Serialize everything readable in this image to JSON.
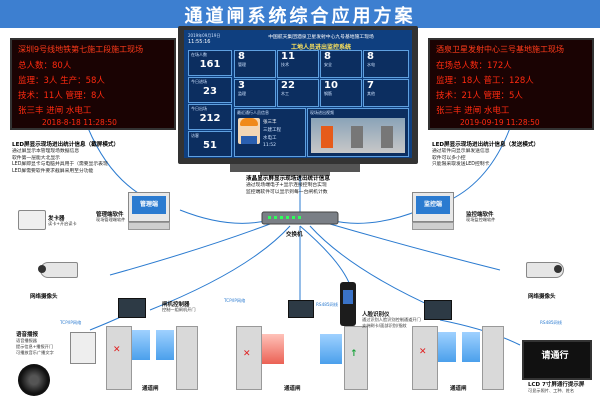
{
  "title": "通道闸系统综合应用方案",
  "led_left": {
    "lines": [
      "深圳9号线地铁第七施工段施工现场",
      "总人数：80人",
      "监理：3人      生产：58人",
      "技术：11人      管理：8人",
      "张三丰   进闸   水电工"
    ],
    "time": "2018-8-18 11:28:50",
    "caption_title": "LED屏显示现场进出统计信息（截屏模式）",
    "caption_lines": [
      "通过屏显示本管理现场数据信息",
      "软件第一层能大北显示",
      "LED屏即显卡与电脑并具用于（需要显示表现",
      "LED屏需要软件要求截屏采用至分功能"
    ]
  },
  "led_right": {
    "lines": [
      "酒泉卫星发射中心三号基地施工现场",
      "在场总人数：172人",
      "监理：18人      普工：128人",
      "技术：21人      管理：5人",
      "张三丰   进闸   水电工"
    ],
    "time": "2019-09-19 11:28:50",
    "caption_title": "LED屏显示现场进出统计信息（发送模式）",
    "caption_lines": [
      "通过软件向显示屏发送信息",
      "软件可以多小控",
      "只能限采取发送LED控制卡"
    ]
  },
  "monitor": {
    "date": "2019年09月19日",
    "clock": "11:55:16",
    "company": "中国航天集团酒泉卫星发射中心九号基地施工现场",
    "system": "工地人员进出监控系统",
    "stats": [
      {
        "label": "在场人数",
        "value": "161"
      },
      {
        "label": "今日进场",
        "value": "23"
      },
      {
        "label": "今日出场",
        "value": "212"
      },
      {
        "label": "访客",
        "value": "51"
      }
    ],
    "grid": [
      {
        "num": "8",
        "label": "管理"
      },
      {
        "num": "11",
        "label": "技术"
      },
      {
        "num": "8",
        "label": "安全"
      },
      {
        "num": "8",
        "label": "水电"
      },
      {
        "num": "3",
        "label": "监理"
      },
      {
        "num": "22",
        "label": "木工"
      },
      {
        "num": "10",
        "label": "钢筋"
      },
      {
        "num": "7",
        "label": "其他"
      }
    ],
    "person_title": "最近通行人员信息",
    "person_lines": [
      "张三丰",
      "三建工程",
      "水电工",
      "11:52"
    ],
    "video_title": "现场进出视频",
    "caption_title": "液晶显示屏显示现场进出统计信息",
    "caption_lines": [
      "通过现场端电子+显示连接控制台实现",
      "监控端软件可以显示到每一台闸机计数"
    ]
  },
  "devices": {
    "manage_pc_screen": "管理端",
    "manage_pc_label": "管理端软件",
    "manage_pc_sub": "现场管理端软件",
    "monitor_pc_screen": "监控端",
    "monitor_pc_label": "监控端软件",
    "monitor_pc_sub": "现场监控端软件",
    "card_reader": "发卡器",
    "card_reader_sub": "读卡+开启读卡",
    "switch": "交换机",
    "camera_left": "网络摄像头",
    "camera_right": "网络摄像头",
    "gate_controller": "闸机控制器",
    "gate_controller_sub": "控制一组闸机开门",
    "voice_controller": "语音播报",
    "voice_lines": [
      "语音播报器",
      "提示信息+播报开门",
      "可播放音乐广播文字"
    ],
    "face": "人脸识别仪",
    "face_lines": [
      "通过识别人脸识别控制通道开门",
      "支持刷卡/面部识别/指纹"
    ],
    "lcd_screen": "请通行",
    "lcd_label": "LCD 7寸屏通行提示屏",
    "lcd_sub": "可显示照片、工种、姓名",
    "lane_left": "通道闸",
    "lane_mid": "通道闸",
    "lane_right": "通道闸",
    "net_a": "TCP/IP网络",
    "net_b": "TCP/IP网络",
    "net_c": "RS485网线",
    "net_d": "RS485网线"
  },
  "colors": {
    "header": "#3d7fd0",
    "led_text": "#ff2a10",
    "screen_bg": "#0f3f7f",
    "glass": "#2b8fe8"
  }
}
